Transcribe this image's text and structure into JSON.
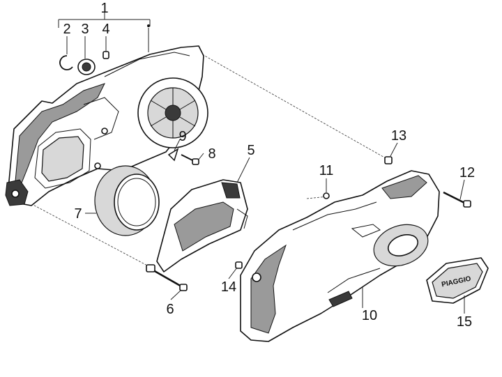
{
  "callouts": {
    "n1": "1",
    "n2": "2",
    "n3": "3",
    "n4": "4",
    "n5": "5",
    "n6": "6",
    "n7": "7",
    "n8": "8",
    "n9": "9",
    "n10": "10",
    "n11": "11",
    "n12": "12",
    "n13": "13",
    "n14": "14",
    "n15": "15"
  },
  "badge_text": "PIAGGIO",
  "colors": {
    "line": "#111111",
    "shade": "#9a9a9a",
    "dark": "#3a3a3a",
    "background": "#ffffff"
  }
}
